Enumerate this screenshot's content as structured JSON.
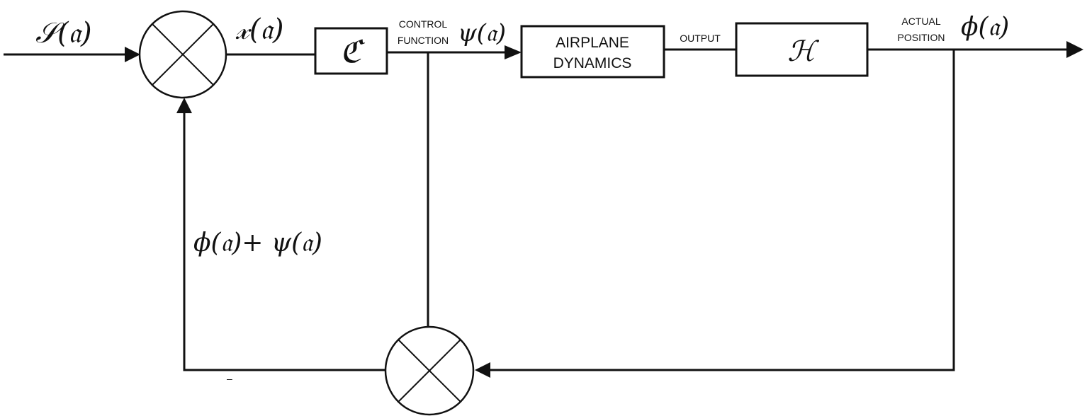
{
  "signals": {
    "input": "𝒮(𝔞)",
    "error": "𝓍(𝔞)",
    "control": "ψ(𝔞)",
    "actual": "ϕ(𝔞)",
    "feedback_sum": "ϕ(𝔞)+ ψ(𝔞)",
    "minus_mark": "–"
  },
  "labels": {
    "control_function_line1": "CONTROL",
    "control_function_line2": "FUNCTION",
    "output": "OUTPUT",
    "actual_position_line1": "ACTUAL",
    "actual_position_line2": "POSITION"
  },
  "blocks": {
    "controller": "ℭ",
    "airplane_line1": "AIRPLANE",
    "airplane_line2": "DYNAMICS",
    "sensor": "ℋ"
  }
}
